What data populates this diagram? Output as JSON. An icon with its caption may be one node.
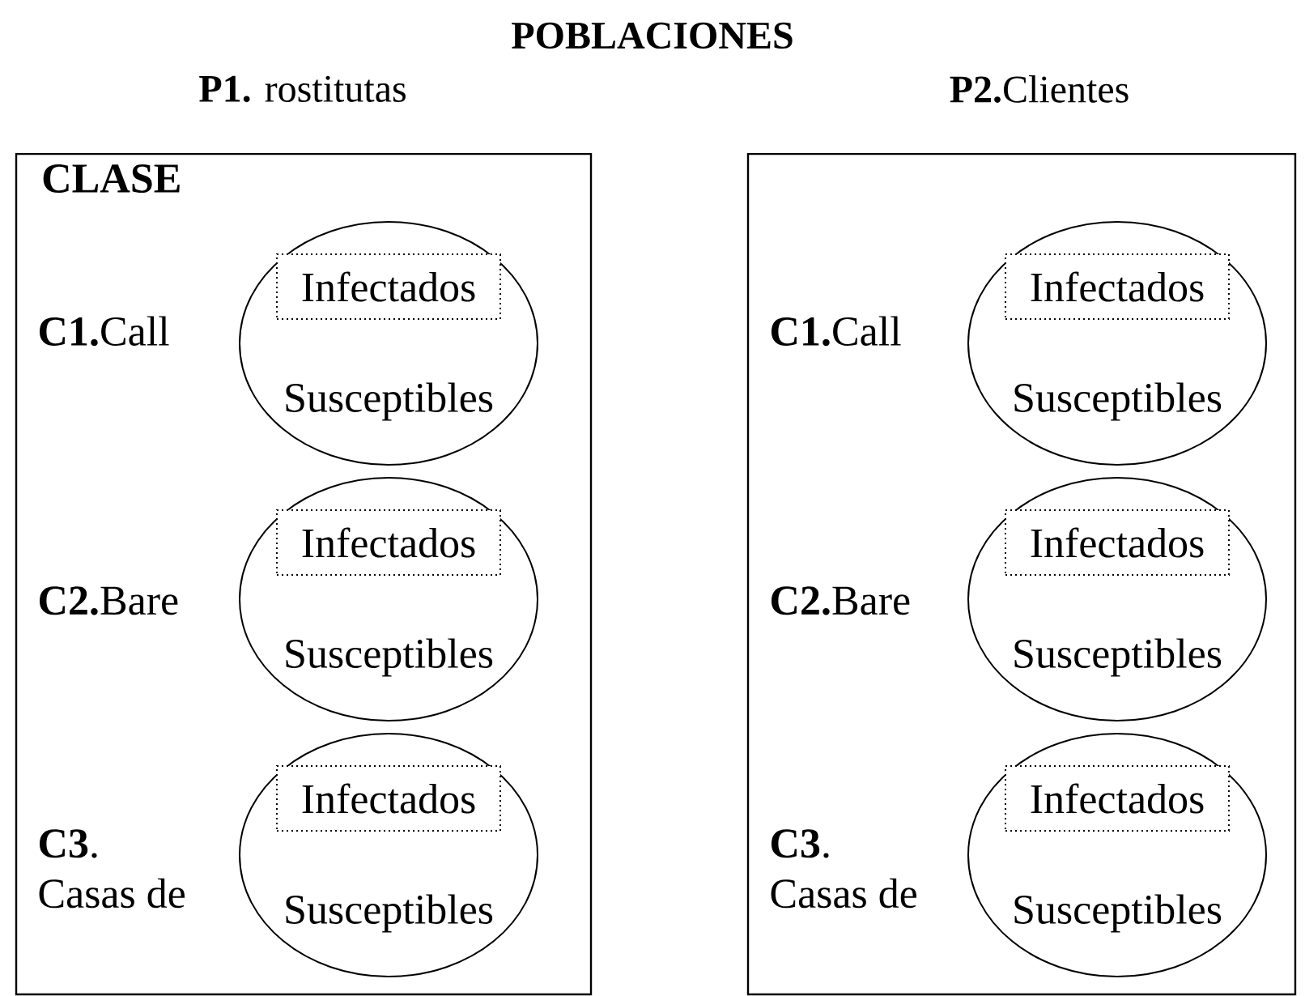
{
  "diagram": {
    "title": "POBLACIONES",
    "nodes": [
      {
        "text": [
          "**P1.** rostitutas",
          "CLASE",
          "**C1.**Call",
          "**C2.**Bare",
          "**C3**. Casas de"
        ]
      },
      {
        "text": [
          "Susceptibles"
        ],
        "in": 0
      },
      {
        "text": [
          "Infectados"
        ],
        "in": 1
      },
      {
        "text": [
          "Susceptibles"
        ],
        "in": 0
      },
      {
        "text": [
          "Infectados"
        ],
        "in": 3
      },
      {
        "text": [
          "Susceptibles"
        ],
        "in": 0
      },
      {
        "text": [
          "Infectados"
        ],
        "in": 5
      },
      {
        "text": [
          "**P2.**Clientes",
          "**C1.**Call",
          "**C2.**Bare",
          "**C3**. Casas de"
        ]
      },
      {
        "text": [
          "Susceptibles"
        ],
        "in": 7
      },
      {
        "text": [
          "Infectados"
        ],
        "in": 8
      },
      {
        "text": [
          "Susceptibles"
        ],
        "in": 7
      },
      {
        "text": [
          "Infectados"
        ],
        "in": 10
      },
      {
        "text": [
          "Susceptibles"
        ],
        "in": 7
      },
      {
        "text": [
          "Infectados"
        ],
        "in": 12
      }
    ]
  }
}
